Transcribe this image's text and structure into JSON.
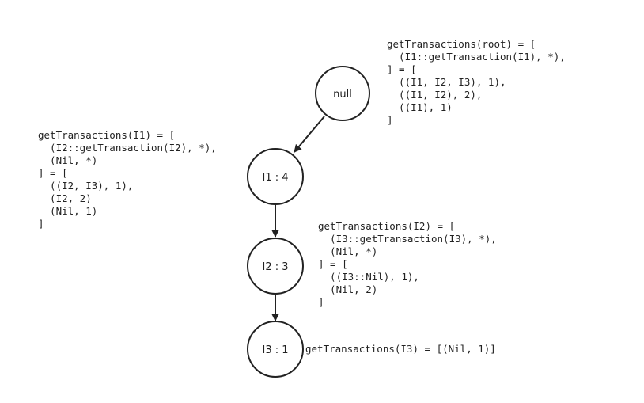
{
  "nodes": [
    {
      "id": "root",
      "label": "null"
    },
    {
      "id": "I1",
      "label": "I1 : 4"
    },
    {
      "id": "I2",
      "label": "I2 : 3"
    },
    {
      "id": "I3",
      "label": "I3 : 1"
    }
  ],
  "edges": [
    {
      "from": "root",
      "to": "I1"
    },
    {
      "from": "I1",
      "to": "I2"
    },
    {
      "from": "I2",
      "to": "I3"
    }
  ],
  "annotations": {
    "root": [
      "getTransactions(root) = [",
      "  (I1::getTransaction(I1), *),",
      "] = [",
      "  ((I1, I2, I3), 1),",
      "  ((I1, I2), 2),",
      "  ((I1), 1)",
      "]"
    ],
    "I1": [
      "getTransactions(I1) = [",
      "  (I2::getTransaction(I2), *),",
      "  (Nil, *)",
      "] = [",
      "  ((I2, I3), 1),",
      "  (I2, 2)",
      "  (Nil, 1)",
      "]"
    ],
    "I2": [
      "getTransactions(I2) = [",
      "  (I3::getTransaction(I3), *),",
      "  (Nil, *)",
      "] = [",
      "  ((I3::Nil), 1),",
      "  (Nil, 2)",
      "]"
    ],
    "I3": [
      "getTransactions(I3) = [(Nil, 1)]"
    ]
  }
}
